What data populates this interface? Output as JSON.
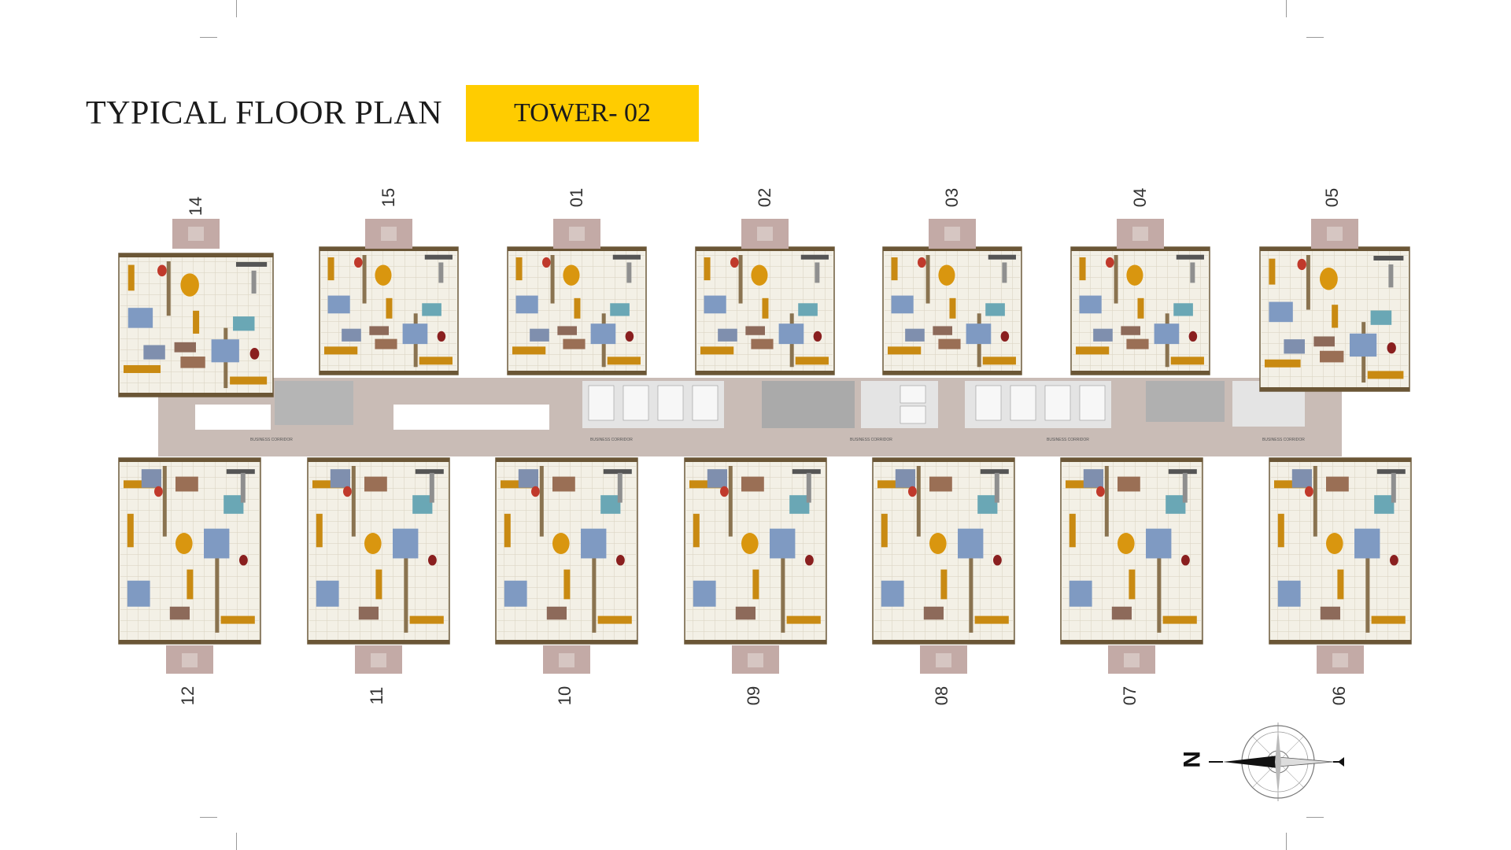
{
  "header": {
    "title": "TYPICAL FLOOR PLAN",
    "tower": "TOWER- 02"
  },
  "units_top": [
    "14",
    "15",
    "01",
    "02",
    "03",
    "04",
    "05"
  ],
  "units_bottom": [
    "12",
    "11",
    "10",
    "09",
    "08",
    "07",
    "06"
  ],
  "corridor_labels": [
    "BUSINESS CORRIDOR",
    "BUSINESS CORRIDOR",
    "BUSINESS CORRIDOR",
    "BUSINESS CORRIDOR",
    "BUSINESS CORRIDOR"
  ],
  "compass": {
    "north_label": "N"
  },
  "colors": {
    "accent": "#ffcc00",
    "corridor": "#c9bcb6",
    "balcony": "#c3aaa6",
    "wall": "#c98a12",
    "bedroom": "#7f9ac2",
    "floor": "#f3f0e6",
    "lift": "#e4e4e4"
  }
}
